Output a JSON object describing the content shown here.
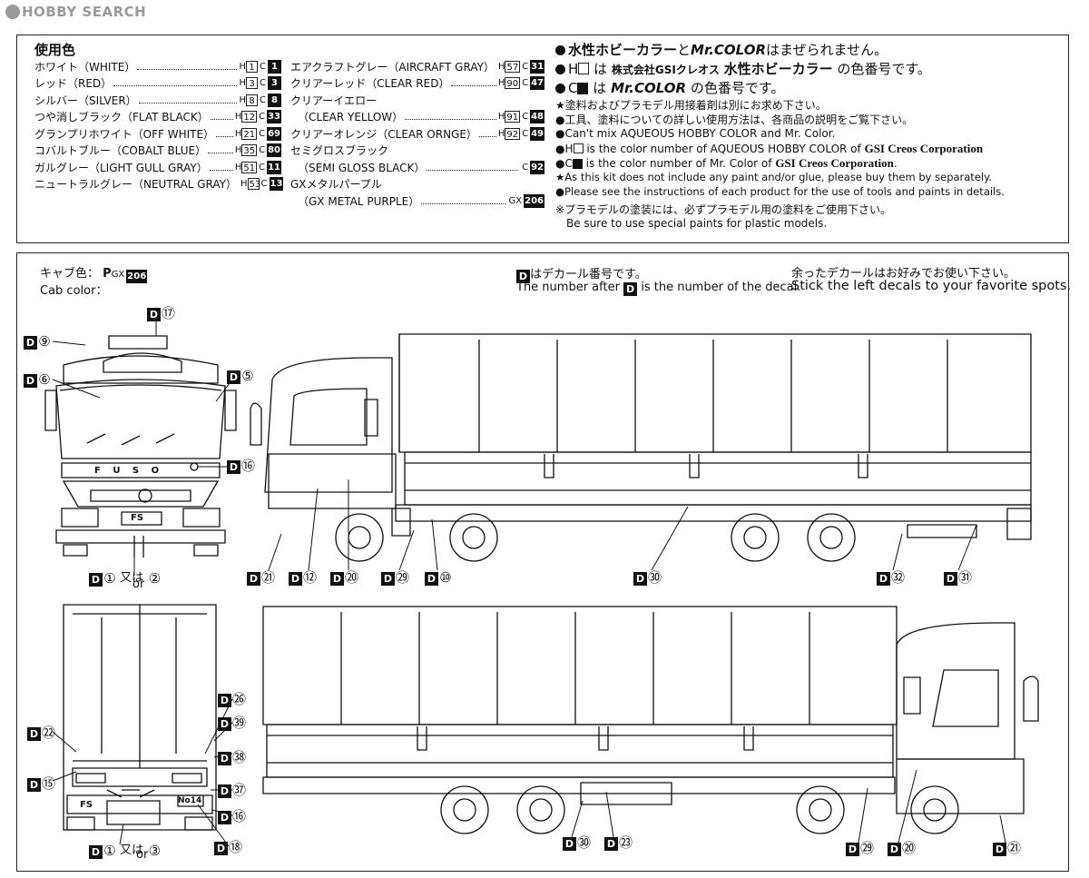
{
  "watermark": {
    "text": "HOBBY SEARCH"
  },
  "paint_legend": {
    "title": "使用色",
    "left_column": [
      {
        "name": "ホワイト（WHITE）",
        "h": "1",
        "c": "1"
      },
      {
        "name": "レッド（RED）",
        "h": "3",
        "c": "3"
      },
      {
        "name": "シルバー（SILVER）",
        "h": "8",
        "c": "8"
      },
      {
        "name": "つや消しブラック（FLAT BLACK）",
        "h": "12",
        "c": "33"
      },
      {
        "name": "グランプリホワイト（OFF WHITE）",
        "h": "21",
        "c": "69"
      },
      {
        "name": "コバルトブルー（COBALT BLUE）",
        "h": "35",
        "c": "80"
      },
      {
        "name": "ガルグレー（LIGHT GULL GRAY）",
        "h": "51",
        "c": "11"
      },
      {
        "name": "ニュートラルグレー（NEUTRAL GRAY）",
        "h": "53",
        "c": "13"
      }
    ],
    "middle_column": {
      "aircraft_gray": {
        "name": "エアクラフトグレー（AIRCRAFT GRAY）",
        "h": "57",
        "c": "31"
      },
      "clear_red": {
        "name": "クリアーレッド（CLEAR RED）",
        "h": "90",
        "c": "47"
      },
      "clear_yellow_jp": "クリアーイエロー",
      "clear_yellow_en": "（CLEAR YELLOW）",
      "clear_yellow_h": "91",
      "clear_yellow_c": "48",
      "clear_orange": {
        "name": "クリアーオレンジ（CLEAR ORNGE）",
        "h": "92",
        "c": "49"
      },
      "semi_gloss_jp": "セミグロスブラック",
      "semi_gloss_en": "（SEMI GLOSS BLACK）",
      "semi_gloss_c": "92",
      "gx_purple_jp": "GXメタルパープル",
      "gx_purple_en": "（GX METAL PURPLE）",
      "gx_purple_gx": "206"
    },
    "prefix_h": "H",
    "prefix_c": "C",
    "prefix_gx": "GX",
    "notes": {
      "n1_a": "水性ホビーカラー",
      "n1_b": "と",
      "n1_c": "Mr.COLOR",
      "n1_d": "はまぜられません。",
      "n2_a": "H",
      "n2_b": "は",
      "n2_c": "株式会社GSIクレオス",
      "n2_d": "水性ホビーカラー",
      "n2_e": "の色番号です。",
      "n3_a": "C",
      "n3_b": "は",
      "n3_c": "Mr.COLOR",
      "n3_d": "の色番号です。",
      "n4": "★塗料およびプラモデル用接着剤は別にお求め下さい。",
      "n5": "●工具、塗料についての詳しい使用方法は、各商品の説明をご覧下さい。",
      "n6": "●Can't mix AQUEOUS HOBBY COLOR and Mr. Color.",
      "n7_a": "●H",
      "n7_b": " is the color number of AQUEOUS HOBBY COLOR of ",
      "n7_c": "GSI Creos Corporation",
      "n8_a": "●C",
      "n8_b": " is the color number of Mr. Color of ",
      "n8_c": "GSI Creos Corporation",
      "n8_d": ".",
      "n9": "★As this kit does not include any paint and/or glue, please buy them by separately.",
      "n10": "●Please see the instructions of each product for the use of tools and paints in details.",
      "n11": "※プラモデルの塗装には、必ずプラモデル用の塗料をご使用下さい。",
      "n12": "Be sure to use special paints for plastic models."
    }
  },
  "decal_guide": {
    "cab_color_jp": "キャブ色：",
    "cab_color_en": "Cab color：",
    "cab_color_prefix": "GX",
    "cab_color_value": "206",
    "decal_note_jp_b": "はデカール番号です。",
    "decal_note_en_a": "The number after",
    "decal_note_en_b": "is the number of the decal.",
    "leftover_jp": "余ったデカールはお好みでお使い下さい。",
    "leftover_en": "Stick the left decals to your favorite spots.",
    "d_letter": "D",
    "or_jp": "又は",
    "or_en": "or",
    "front_grille_text": "F U S O",
    "front_plate": "FS",
    "rear_plate": "FS",
    "rear_no": "No14",
    "callouts": {
      "n17": "⑰",
      "n9": "⑨",
      "n6": "⑥",
      "n5": "⑤",
      "n16": "⑯",
      "n1": "①",
      "n2": "②",
      "n3": "③",
      "n21": "㉑",
      "n12": "⑫",
      "n20": "⑳",
      "n29": "㉙",
      "n10": "⑩",
      "n30": "㉚",
      "n32": "㉜",
      "n31": "㉛",
      "n26": "㉖",
      "n39": "㊴",
      "n22": "㉒",
      "n38": "㊳",
      "n15": "⑮",
      "n37": "㊲",
      "n18": "⑱",
      "n23": "㉓"
    }
  }
}
